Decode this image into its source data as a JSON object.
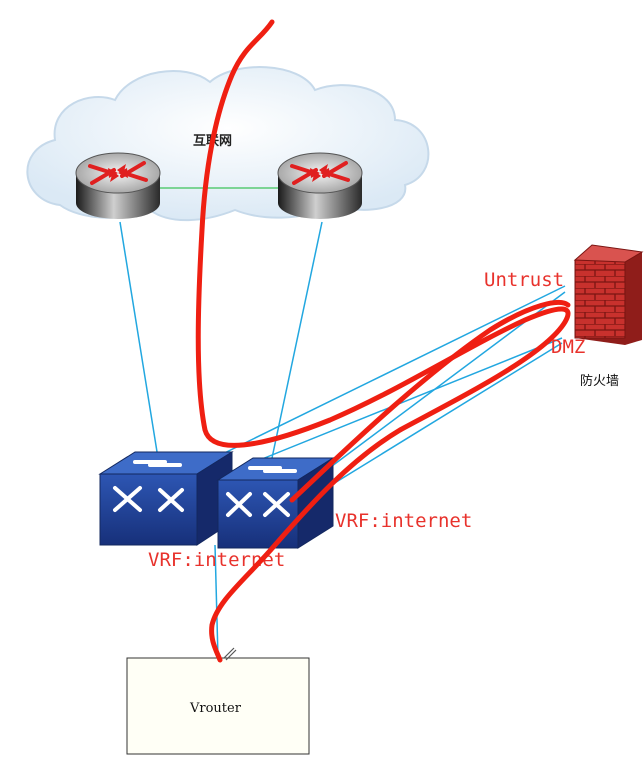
{
  "cloud": {
    "label": "互联网"
  },
  "firewall": {
    "label": "防火墙",
    "untrust_label": "Untrust",
    "dmz_label": "DMZ"
  },
  "switches": {
    "left_vrf_label": "VRF:internet",
    "right_vrf_label": "VRF:internet"
  },
  "vrouter": {
    "label": "Vrouter"
  },
  "colors": {
    "link": "#22a7e0",
    "router_link": "#3cc45a",
    "annotation": "#e8322c",
    "switch": "#1f3f8f"
  },
  "icons": [
    "cloud-icon",
    "router-icon",
    "firewall-icon",
    "switch-icon",
    "cursor-icon"
  ]
}
